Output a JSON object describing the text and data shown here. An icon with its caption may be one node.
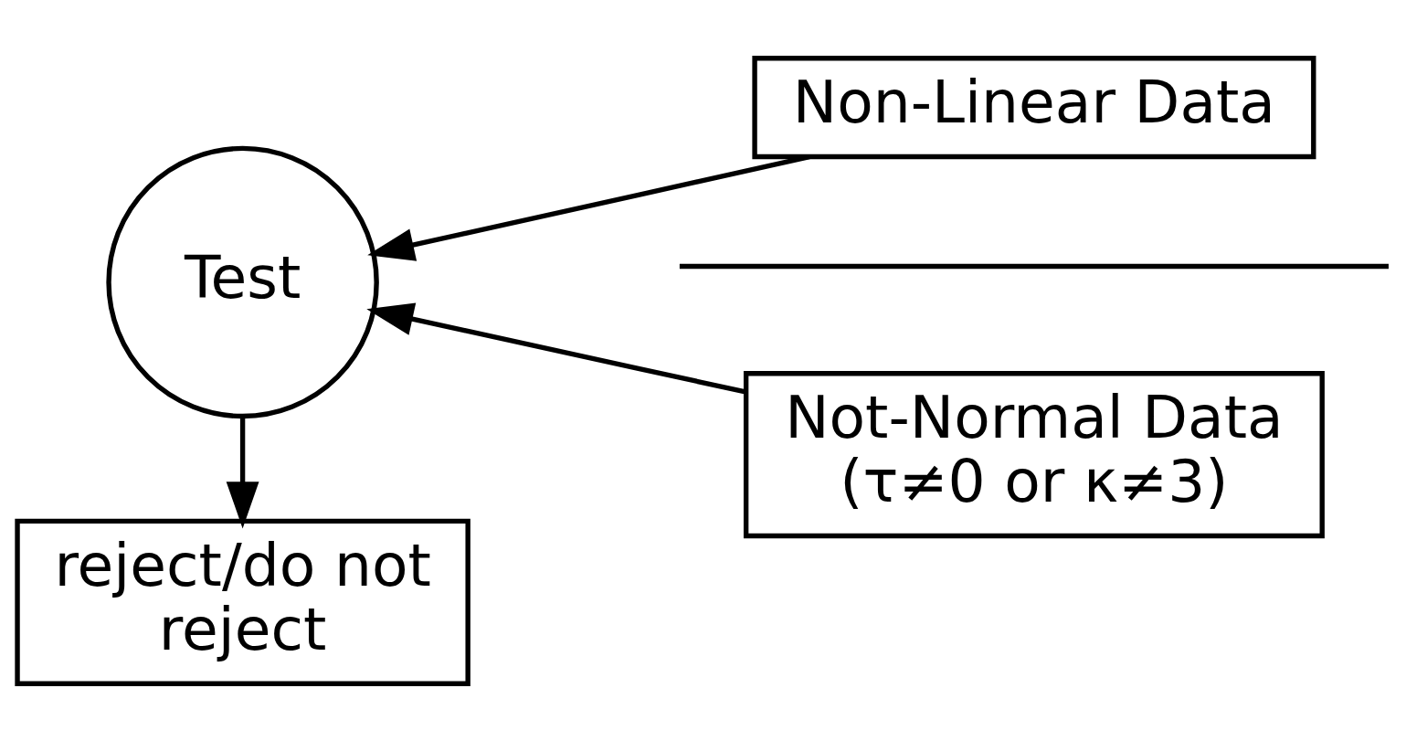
{
  "diagram": {
    "nodes": [
      {
        "text": [
          "Test"
        ]
      },
      {
        "text": [
          "Non-Linear Data"
        ]
      },
      {
        "text": [
          "Not-Normal Data (τ≠0 or κ≠3)"
        ]
      },
      {
        "text": [
          "reject/do not reject"
        ]
      }
    ],
    "edges": [
      {
        "from": 1,
        "to": 0,
        "arrow": "to"
      },
      {
        "from": 2,
        "to": 0,
        "arrow": "to"
      },
      {
        "from": 0,
        "to": 3,
        "arrow": "to"
      }
    ]
  }
}
